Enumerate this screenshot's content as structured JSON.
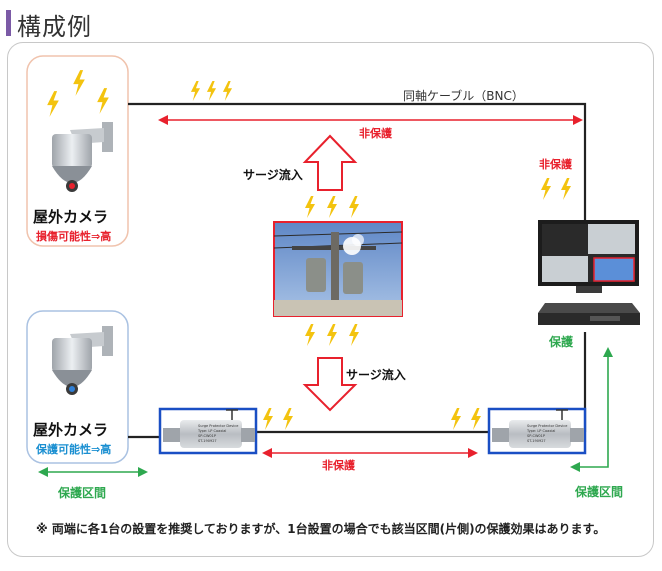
{
  "title": "構成例",
  "camera_top": {
    "label": "屋外カメラ",
    "risk": "損傷可能性⇒高"
  },
  "camera_bottom": {
    "label": "屋外カメラ",
    "protect": "保護可能性⇒高"
  },
  "cable_label": "同軸ケーブル（BNC）",
  "unprotected_top": "非保護",
  "unprotected_right": "非保護",
  "unprotected_bottom": "非保護",
  "surge_top": "サージ流入",
  "surge_bottom": "サージ流入",
  "protected_label": "保護",
  "protected_zone_left": "保護区間",
  "protected_zone_right": "保護区間",
  "device_text": [
    "Surge Protector Device",
    "Type: LP Coaxial",
    "SP-CW01P",
    "ST-190927"
  ],
  "footnote": "※ 両端に各1台の設置を推奨しておりますが、1台設置の場合でも該当区間(片側)の保護効果はあります。",
  "colors": {
    "red": "#e8212d",
    "green": "#2ea84f",
    "blue": "#1a4fc4",
    "bolt": "#f3c30f",
    "title_bar": "#7b5aa6"
  }
}
